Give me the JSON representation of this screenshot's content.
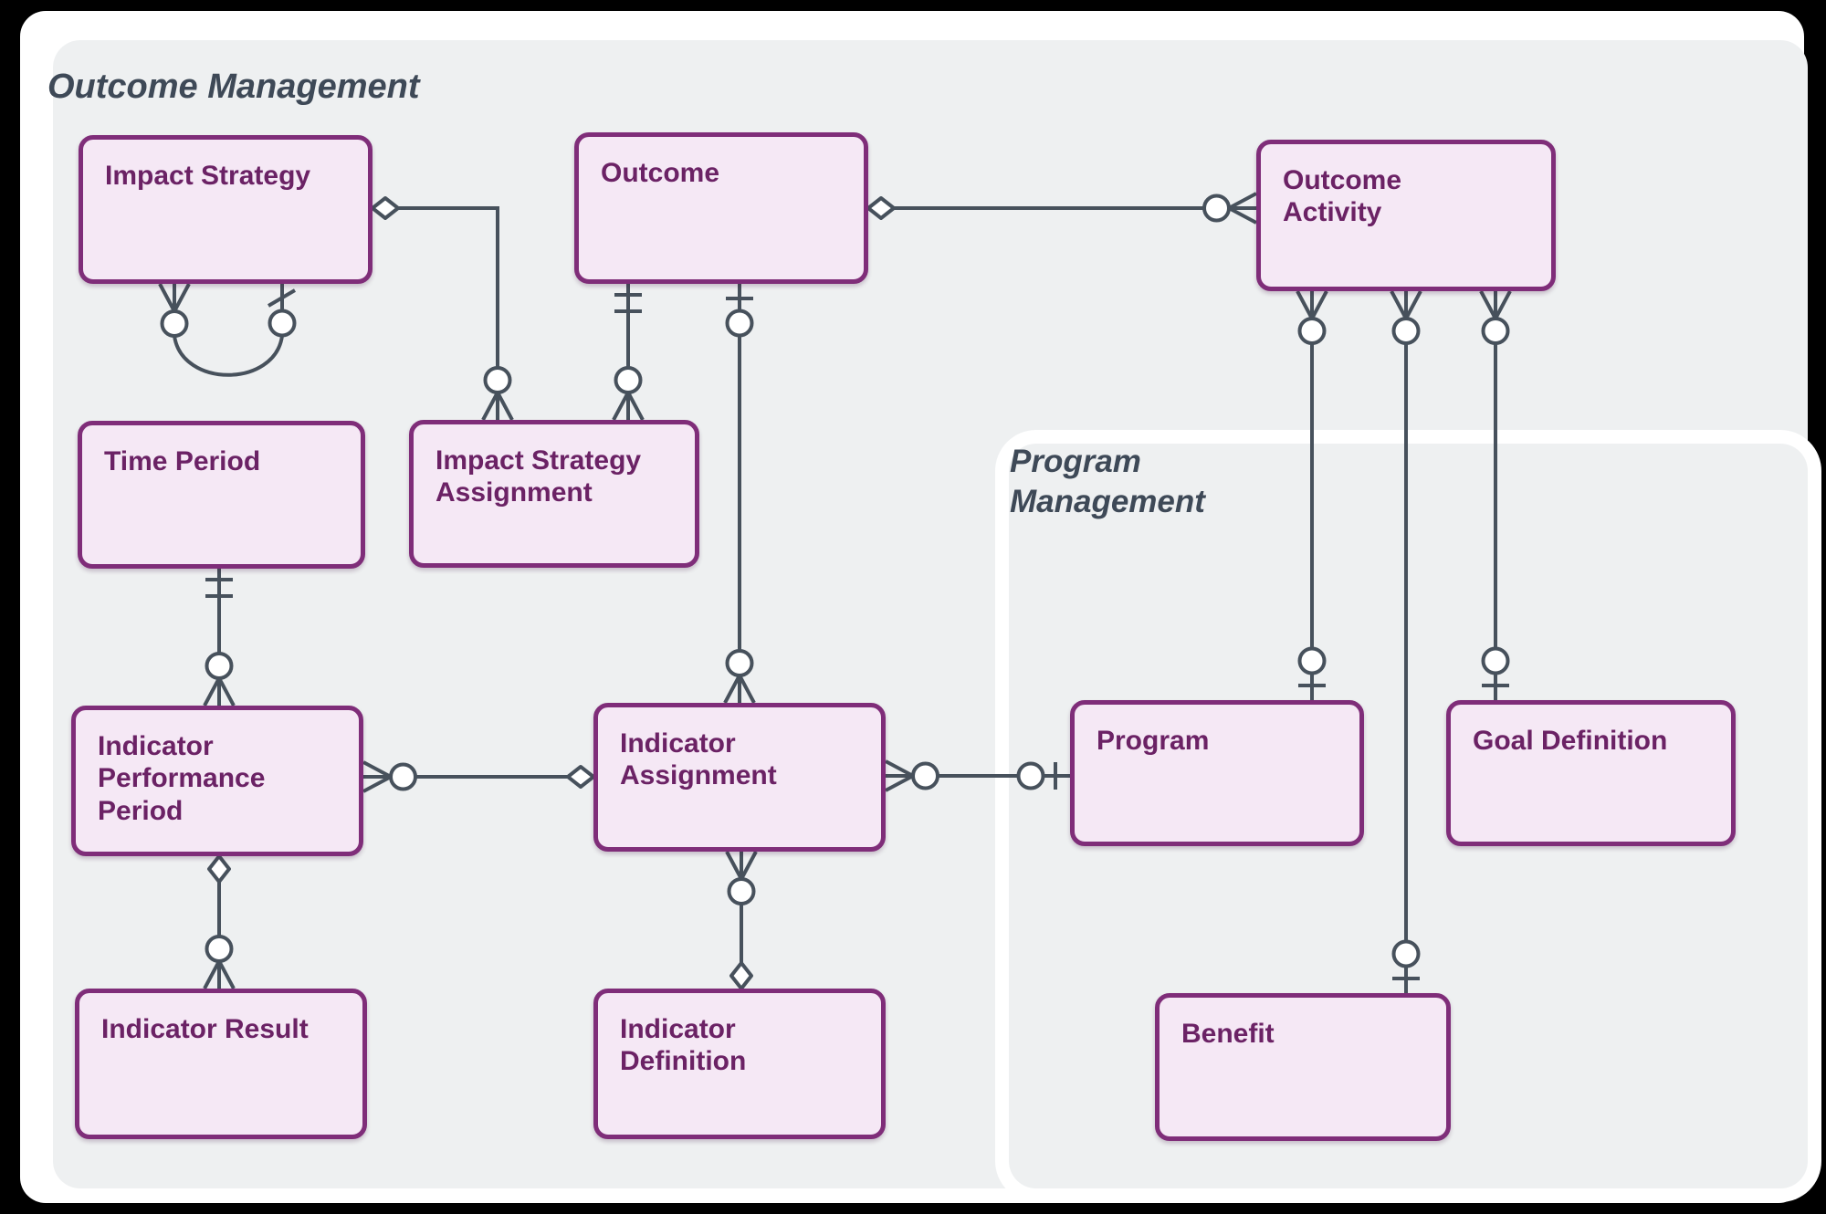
{
  "groups": [
    {
      "id": "outcome-management",
      "label": "Outcome Management"
    },
    {
      "id": "program-management",
      "label": "Program Management"
    }
  ],
  "entities": [
    {
      "id": "impact-strategy",
      "label": "Impact Strategy",
      "lines": [
        "Impact Strategy"
      ],
      "group": "outcome-management"
    },
    {
      "id": "outcome",
      "label": "Outcome",
      "lines": [
        "Outcome"
      ],
      "group": "outcome-management"
    },
    {
      "id": "outcome-activity",
      "label": "Outcome Activity",
      "lines": [
        "Outcome",
        "Activity"
      ],
      "group": "outcome-management"
    },
    {
      "id": "time-period",
      "label": "Time Period",
      "lines": [
        "Time Period"
      ],
      "group": "outcome-management"
    },
    {
      "id": "impact-strategy-assignment",
      "label": "Impact Strategy Assignment",
      "lines": [
        "Impact Strategy",
        "Assignment"
      ],
      "group": "outcome-management"
    },
    {
      "id": "indicator-performance-period",
      "label": "Indicator Performance Period",
      "lines": [
        "Indicator",
        "Performance",
        "Period"
      ],
      "group": "outcome-management"
    },
    {
      "id": "indicator-assignment",
      "label": "Indicator Assignment",
      "lines": [
        "Indicator",
        "Assignment"
      ],
      "group": "outcome-management"
    },
    {
      "id": "program",
      "label": "Program",
      "lines": [
        "Program"
      ],
      "group": "program-management"
    },
    {
      "id": "goal-definition",
      "label": "Goal Definition",
      "lines": [
        "Goal Definition"
      ],
      "group": "program-management"
    },
    {
      "id": "indicator-result",
      "label": "Indicator Result",
      "lines": [
        "Indicator Result"
      ],
      "group": "outcome-management"
    },
    {
      "id": "indicator-definition",
      "label": "Indicator Definition",
      "lines": [
        "Indicator",
        "Definition"
      ],
      "group": "outcome-management"
    },
    {
      "id": "benefit",
      "label": "Benefit",
      "lines": [
        "Benefit"
      ],
      "group": "program-management"
    }
  ],
  "relationships": [
    {
      "from": "impact-strategy",
      "to": "impact-strategy",
      "from_end": "zero-or-many",
      "to_end": "zero-or-one",
      "shape": "self-loop"
    },
    {
      "from": "impact-strategy",
      "to": "impact-strategy-assignment",
      "from_end": "diamond",
      "to_end": "zero-or-many"
    },
    {
      "from": "outcome",
      "to": "impact-strategy-assignment",
      "from_end": "exactly-one",
      "to_end": "zero-or-many"
    },
    {
      "from": "outcome",
      "to": "indicator-assignment",
      "from_end": "zero-or-one",
      "to_end": "zero-or-many"
    },
    {
      "from": "outcome",
      "to": "outcome-activity",
      "from_end": "diamond",
      "to_end": "zero-or-many"
    },
    {
      "from": "outcome-activity",
      "to": "program",
      "from_end": "zero-or-many",
      "to_end": "zero-or-one"
    },
    {
      "from": "outcome-activity",
      "to": "benefit",
      "from_end": "zero-or-many",
      "to_end": "zero-or-one"
    },
    {
      "from": "outcome-activity",
      "to": "goal-definition",
      "from_end": "zero-or-many",
      "to_end": "zero-or-one"
    },
    {
      "from": "time-period",
      "to": "indicator-performance-period",
      "from_end": "exactly-one",
      "to_end": "zero-or-many"
    },
    {
      "from": "indicator-performance-period",
      "to": "indicator-assignment",
      "from_end": "zero-or-many",
      "to_end": "diamond"
    },
    {
      "from": "indicator-assignment",
      "to": "program",
      "from_end": "zero-or-many",
      "to_end": "zero-or-one"
    },
    {
      "from": "indicator-assignment",
      "to": "indicator-definition",
      "from_end": "zero-or-many",
      "to_end": "diamond"
    },
    {
      "from": "indicator-performance-period",
      "to": "indicator-result",
      "from_end": "diamond",
      "to_end": "zero-or-many"
    }
  ],
  "colors": {
    "background": "#000000",
    "canvas": "#ffffff",
    "panel_fill": "#eef0f1",
    "panel_label": "#3e4957",
    "entity_fill": "#f5e8f5",
    "entity_border": "#7f2d79",
    "entity_text": "#6b2265",
    "connector": "#47515c"
  }
}
